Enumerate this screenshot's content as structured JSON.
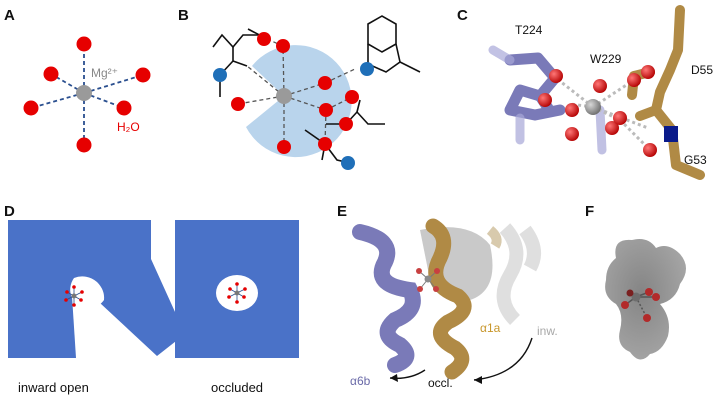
{
  "panels": {
    "a": {
      "letter": "A",
      "ion": "Mg²⁺",
      "water": "H₂O"
    },
    "b": {
      "letter": "B"
    },
    "c": {
      "letter": "C",
      "labels": {
        "t224": "T224",
        "w229": "W229",
        "d55": "D55",
        "g53": "G53"
      }
    },
    "d": {
      "letter": "D",
      "captions": {
        "left": "inward open",
        "right": "occluded"
      }
    },
    "e": {
      "letter": "E",
      "labels": {
        "alpha1a": "α1a",
        "inw": "inw.",
        "alpha6b": "α6b",
        "occl": "occl."
      }
    },
    "f": {
      "letter": "F"
    }
  },
  "colors": {
    "oxygen": "#e60000",
    "nitrogen": "#1f6fb8",
    "magnesium": "#9a9a9a",
    "pocket": "#b9d4ec",
    "protein_block": "#4a72c8",
    "helix_purple": "#7a7ab8",
    "helix_gold": "#b08a45",
    "surface_grey": "#8a8a8a",
    "coord_bond": "#2a4f8f"
  }
}
